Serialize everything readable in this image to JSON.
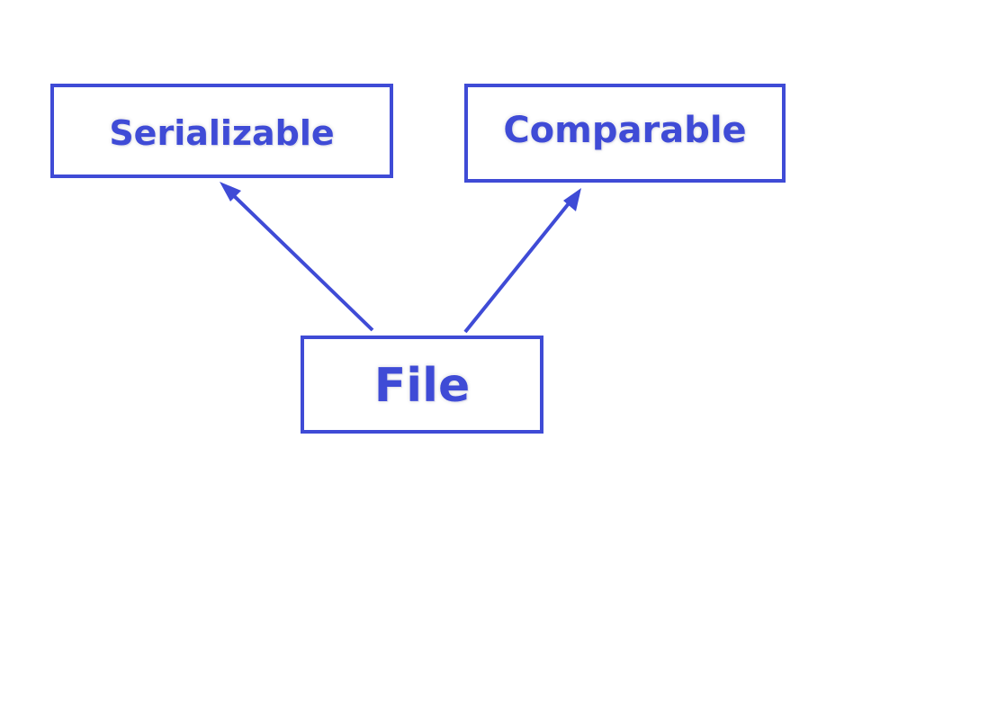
{
  "diagram": {
    "colors": {
      "accent": "#3f4bd6",
      "background": "#ffffff"
    },
    "nodes": [
      {
        "id": "serializable",
        "label": "Serializable"
      },
      {
        "id": "comparable",
        "label": "Comparable"
      },
      {
        "id": "file",
        "label": "File"
      }
    ],
    "edges": [
      {
        "from": "file",
        "to": "serializable"
      },
      {
        "from": "file",
        "to": "comparable"
      }
    ]
  }
}
